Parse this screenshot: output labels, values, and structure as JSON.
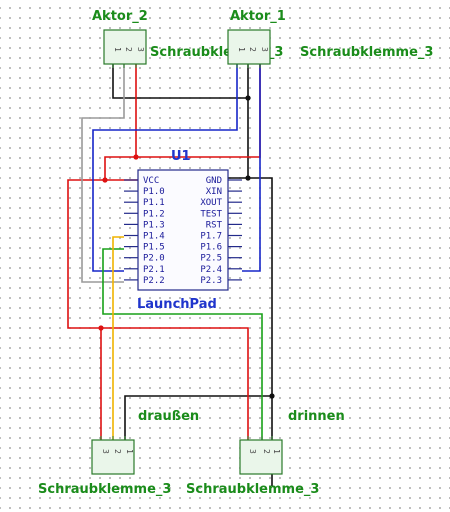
{
  "colors": {
    "green_label": "#1b8c1b",
    "blue_label": "#2035cc",
    "chip_fill": "#fbfbff",
    "chip_border": "#232a8a",
    "terminal_fill": "#eaf6ea",
    "terminal_border": "#2a7a2a",
    "wire_black": "#111111",
    "wire_red": "#dd1111",
    "wire_blue": "#1626c8",
    "wire_gray": "#9a9a9a",
    "wire_green": "#18a118",
    "wire_orange": "#f0b400"
  },
  "terminals": [
    {
      "id": "t-aktor2",
      "title": "Aktor_2",
      "name": "Schraubklemme_3",
      "pins": [
        "1",
        "2",
        "3"
      ]
    },
    {
      "id": "t-aktor1",
      "title": "Aktor_1",
      "name": "Schraubklemme_3",
      "pins": [
        "1",
        "2",
        "3"
      ]
    },
    {
      "id": "t-draussen",
      "title": "draußen",
      "name": "Schraubklemme_3",
      "pins": [
        "3",
        "2",
        "1"
      ]
    },
    {
      "id": "t-drinnen",
      "title": "drinnen",
      "name": "Schraubklemme_3",
      "pins": [
        "3",
        "2",
        "1"
      ]
    }
  ],
  "chip": {
    "ref": "U1",
    "name": "LaunchPad",
    "left_pins": [
      "VCC",
      "P1.0",
      "P1.1",
      "P1.2",
      "P1.3",
      "P1.4",
      "P1.5",
      "P2.0",
      "P2.1",
      "P2.2"
    ],
    "right_pins": [
      "GND",
      "XIN",
      "XOUT",
      "TEST",
      "RST",
      "P1.7",
      "P1.6",
      "P2.5",
      "P2.4",
      "P2.3"
    ]
  }
}
